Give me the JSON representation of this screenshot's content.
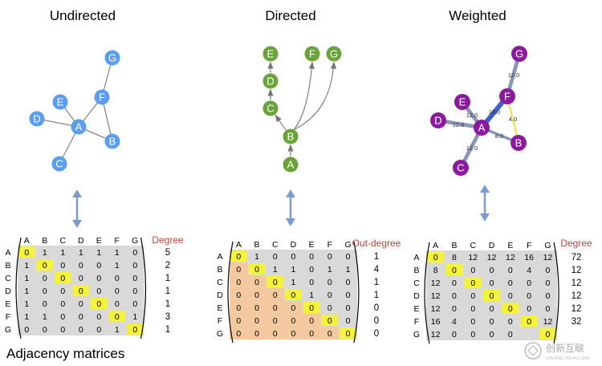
{
  "titles": {
    "undirected": "Undirected",
    "directed": "Directed",
    "weighted": "Weighted"
  },
  "caption": "Adjacency matrices",
  "colors": {
    "undirected": "#5b9ef0",
    "directed": "#6aa33a",
    "weighted": "#8b1a9c",
    "edge": "#888888",
    "arrow": "#7a9bd0",
    "diag": "#f5f23a",
    "matrix_bg": "#d9d9d9",
    "orange": "#f4c9a0",
    "weighted_heavy": "#3f5fcf",
    "weighted_light": "#e8e060"
  },
  "labels": [
    "A",
    "B",
    "C",
    "D",
    "E",
    "F",
    "G"
  ],
  "undirected": {
    "edges": [
      [
        "A",
        "D"
      ],
      [
        "A",
        "E"
      ],
      [
        "A",
        "F"
      ],
      [
        "A",
        "B"
      ],
      [
        "A",
        "C"
      ],
      [
        "F",
        "G"
      ],
      [
        "F",
        "B"
      ]
    ],
    "degree_label": "Degree",
    "matrix": [
      [
        "0",
        "1",
        "1",
        "1",
        "1",
        "1",
        "0"
      ],
      [
        "1",
        "0",
        "0",
        "0",
        "0",
        "1",
        "0"
      ],
      [
        "1",
        "0",
        "0",
        "0",
        "0",
        "0",
        "0"
      ],
      [
        "1",
        "0",
        "0",
        "0",
        "0",
        "0",
        "0"
      ],
      [
        "1",
        "0",
        "0",
        "0",
        "0",
        "0",
        "0"
      ],
      [
        "1",
        "1",
        "0",
        "0",
        "0",
        "0",
        "1"
      ],
      [
        "0",
        "0",
        "0",
        "0",
        "0",
        "1",
        "0"
      ]
    ],
    "degrees": [
      "5",
      "2",
      "1",
      "1",
      "1",
      "3",
      "1"
    ]
  },
  "directed": {
    "edges": [
      [
        "A",
        "B"
      ],
      [
        "B",
        "C"
      ],
      [
        "C",
        "D"
      ],
      [
        "D",
        "E"
      ],
      [
        "B",
        "F"
      ],
      [
        "B",
        "G"
      ]
    ],
    "degree_label": "Out-degree",
    "matrix": [
      [
        "0",
        "1",
        "0",
        "0",
        "0",
        "0",
        "0"
      ],
      [
        "0",
        "0",
        "1",
        "1",
        "0",
        "1",
        "1"
      ],
      [
        "0",
        "0",
        "0",
        "1",
        "0",
        "0",
        "0"
      ],
      [
        "0",
        "0",
        "0",
        "0",
        "1",
        "0",
        "0"
      ],
      [
        "0",
        "0",
        "0",
        "0",
        "0",
        "0",
        "0"
      ],
      [
        "0",
        "0",
        "0",
        "0",
        "0",
        "0",
        "0"
      ],
      [
        "0",
        "0",
        "0",
        "0",
        "0",
        "0",
        "0"
      ]
    ],
    "degrees": [
      "1",
      "4",
      "1",
      "1",
      "0",
      "0",
      "0"
    ]
  },
  "weighted": {
    "edges": [
      {
        "from": "A",
        "to": "D",
        "w": "12.0"
      },
      {
        "from": "A",
        "to": "E",
        "w": "12.0"
      },
      {
        "from": "A",
        "to": "F",
        "w": "16.0"
      },
      {
        "from": "A",
        "to": "B",
        "w": "8.0"
      },
      {
        "from": "A",
        "to": "C",
        "w": "12.0"
      },
      {
        "from": "F",
        "to": "G",
        "w": "12.0"
      },
      {
        "from": "F",
        "to": "B",
        "w": "4.0"
      }
    ],
    "degree_label": "Degree",
    "matrix": [
      [
        "0",
        "8",
        "12",
        "12",
        "12",
        "16",
        "12"
      ],
      [
        "8",
        "0",
        "0",
        "0",
        "0",
        "4",
        "0"
      ],
      [
        "12",
        "0",
        "0",
        "0",
        "0",
        "0",
        "0"
      ],
      [
        "12",
        "0",
        "0",
        "0",
        "0",
        "0",
        "0"
      ],
      [
        "12",
        "0",
        "0",
        "0",
        "0",
        "0",
        "0"
      ],
      [
        "16",
        "4",
        "0",
        "0",
        "0",
        "0",
        "12"
      ],
      [
        "12",
        "0",
        "0",
        "0",
        "0",
        "",
        "0"
      ]
    ],
    "degrees": [
      "72",
      "12",
      "12",
      "12",
      "12",
      "32",
      ""
    ]
  },
  "watermark": {
    "text": "创新互联",
    "sub": "CHUANG XIN HU LIAN"
  }
}
